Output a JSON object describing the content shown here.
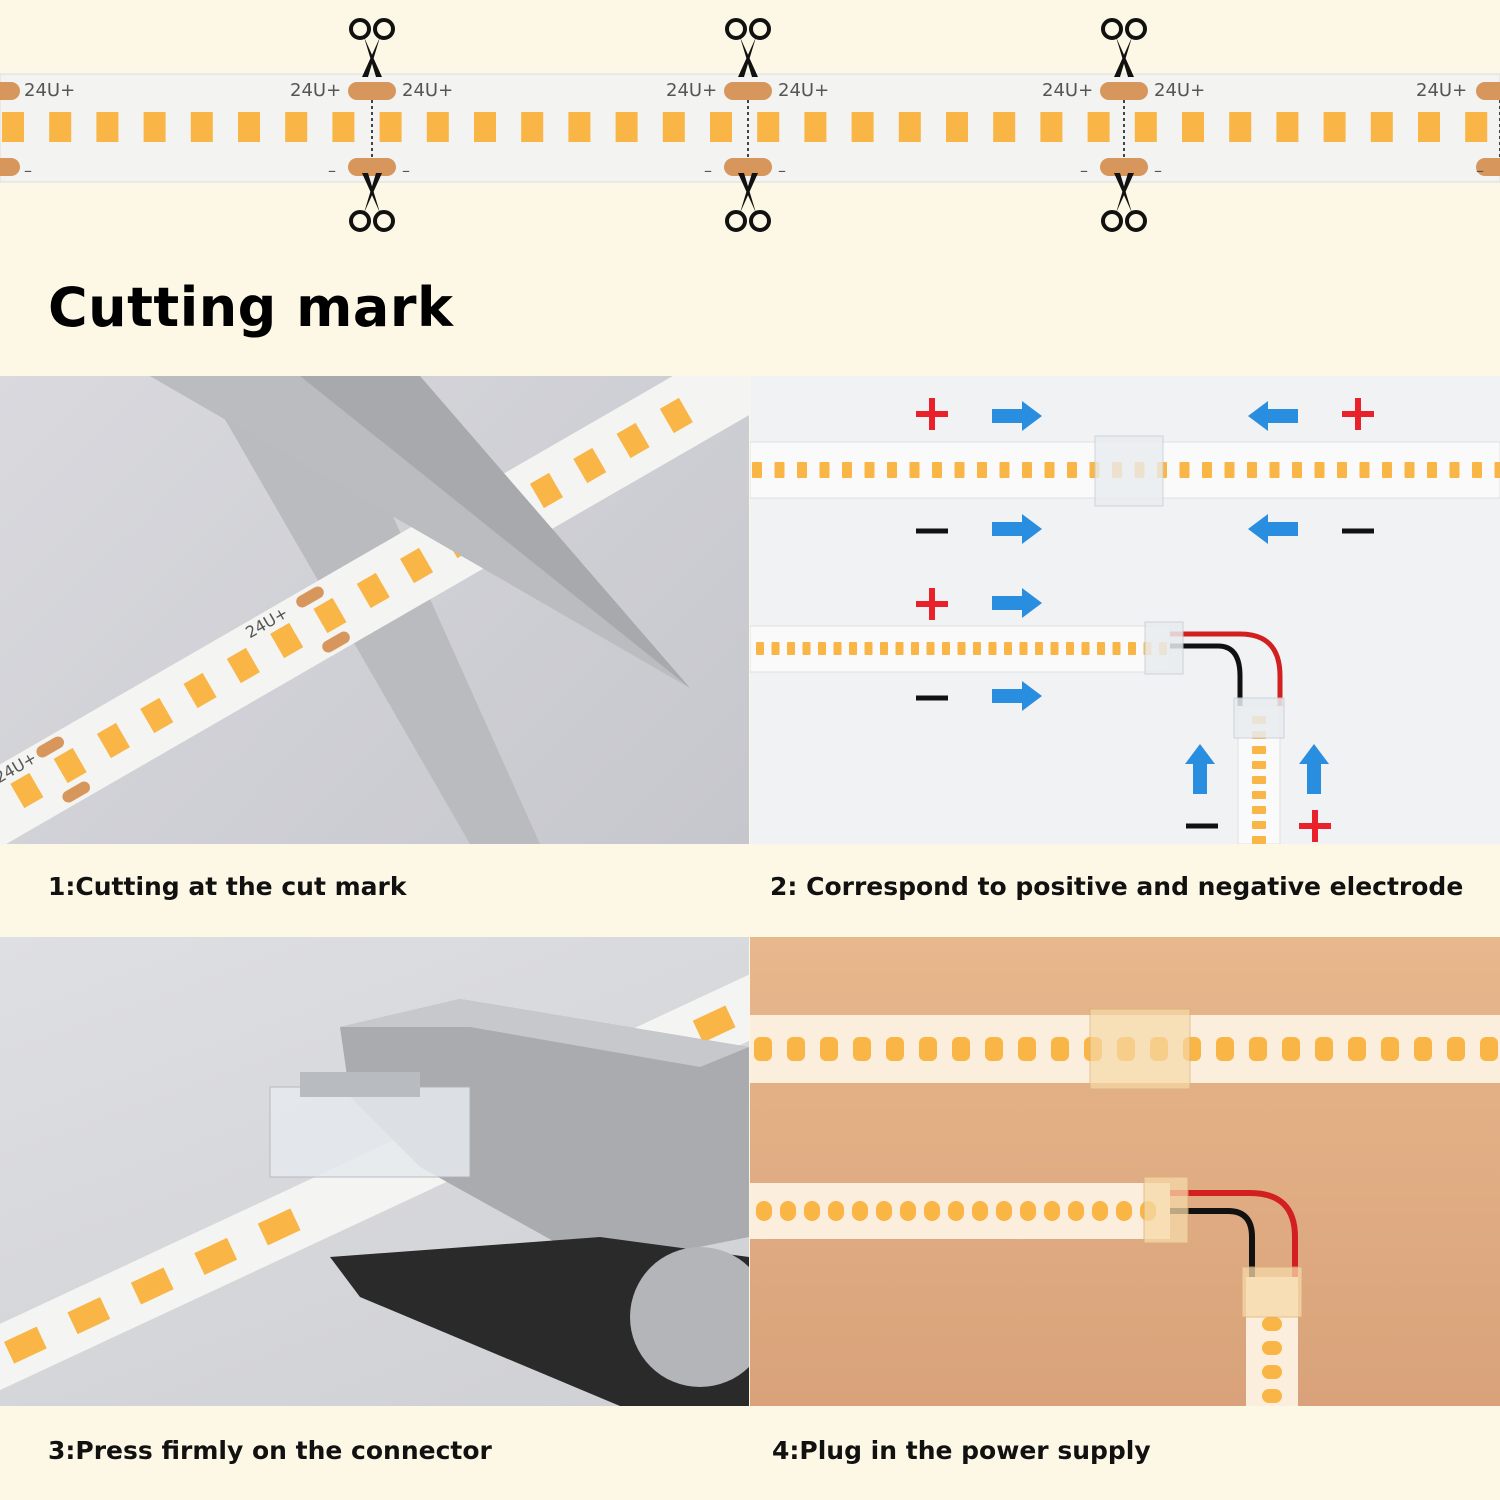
{
  "header": {
    "title": "Cutting mark",
    "strip_voltage_label": "24U+",
    "minus_label": "–"
  },
  "steps": [
    {
      "caption": "1:Cutting at the cut mark"
    },
    {
      "caption": "2: Correspond to positive and negative electrode"
    },
    {
      "caption": "3:Press firmly on the connector"
    },
    {
      "caption": "4:Plug in the power supply"
    }
  ],
  "polarity": {
    "plus": "+",
    "minus": "–"
  },
  "colors": {
    "background": "#fdf8e6",
    "led": "#f9b545",
    "pad": "#d7975c",
    "plus": "#e8212a",
    "arrow": "#2a8ee0",
    "wire_red": "#d21f1f",
    "wire_black": "#111111"
  },
  "icons": [
    "scissors-icon",
    "arrow-right-icon",
    "arrow-left-icon",
    "arrow-up-icon",
    "plus-icon",
    "minus-icon"
  ]
}
